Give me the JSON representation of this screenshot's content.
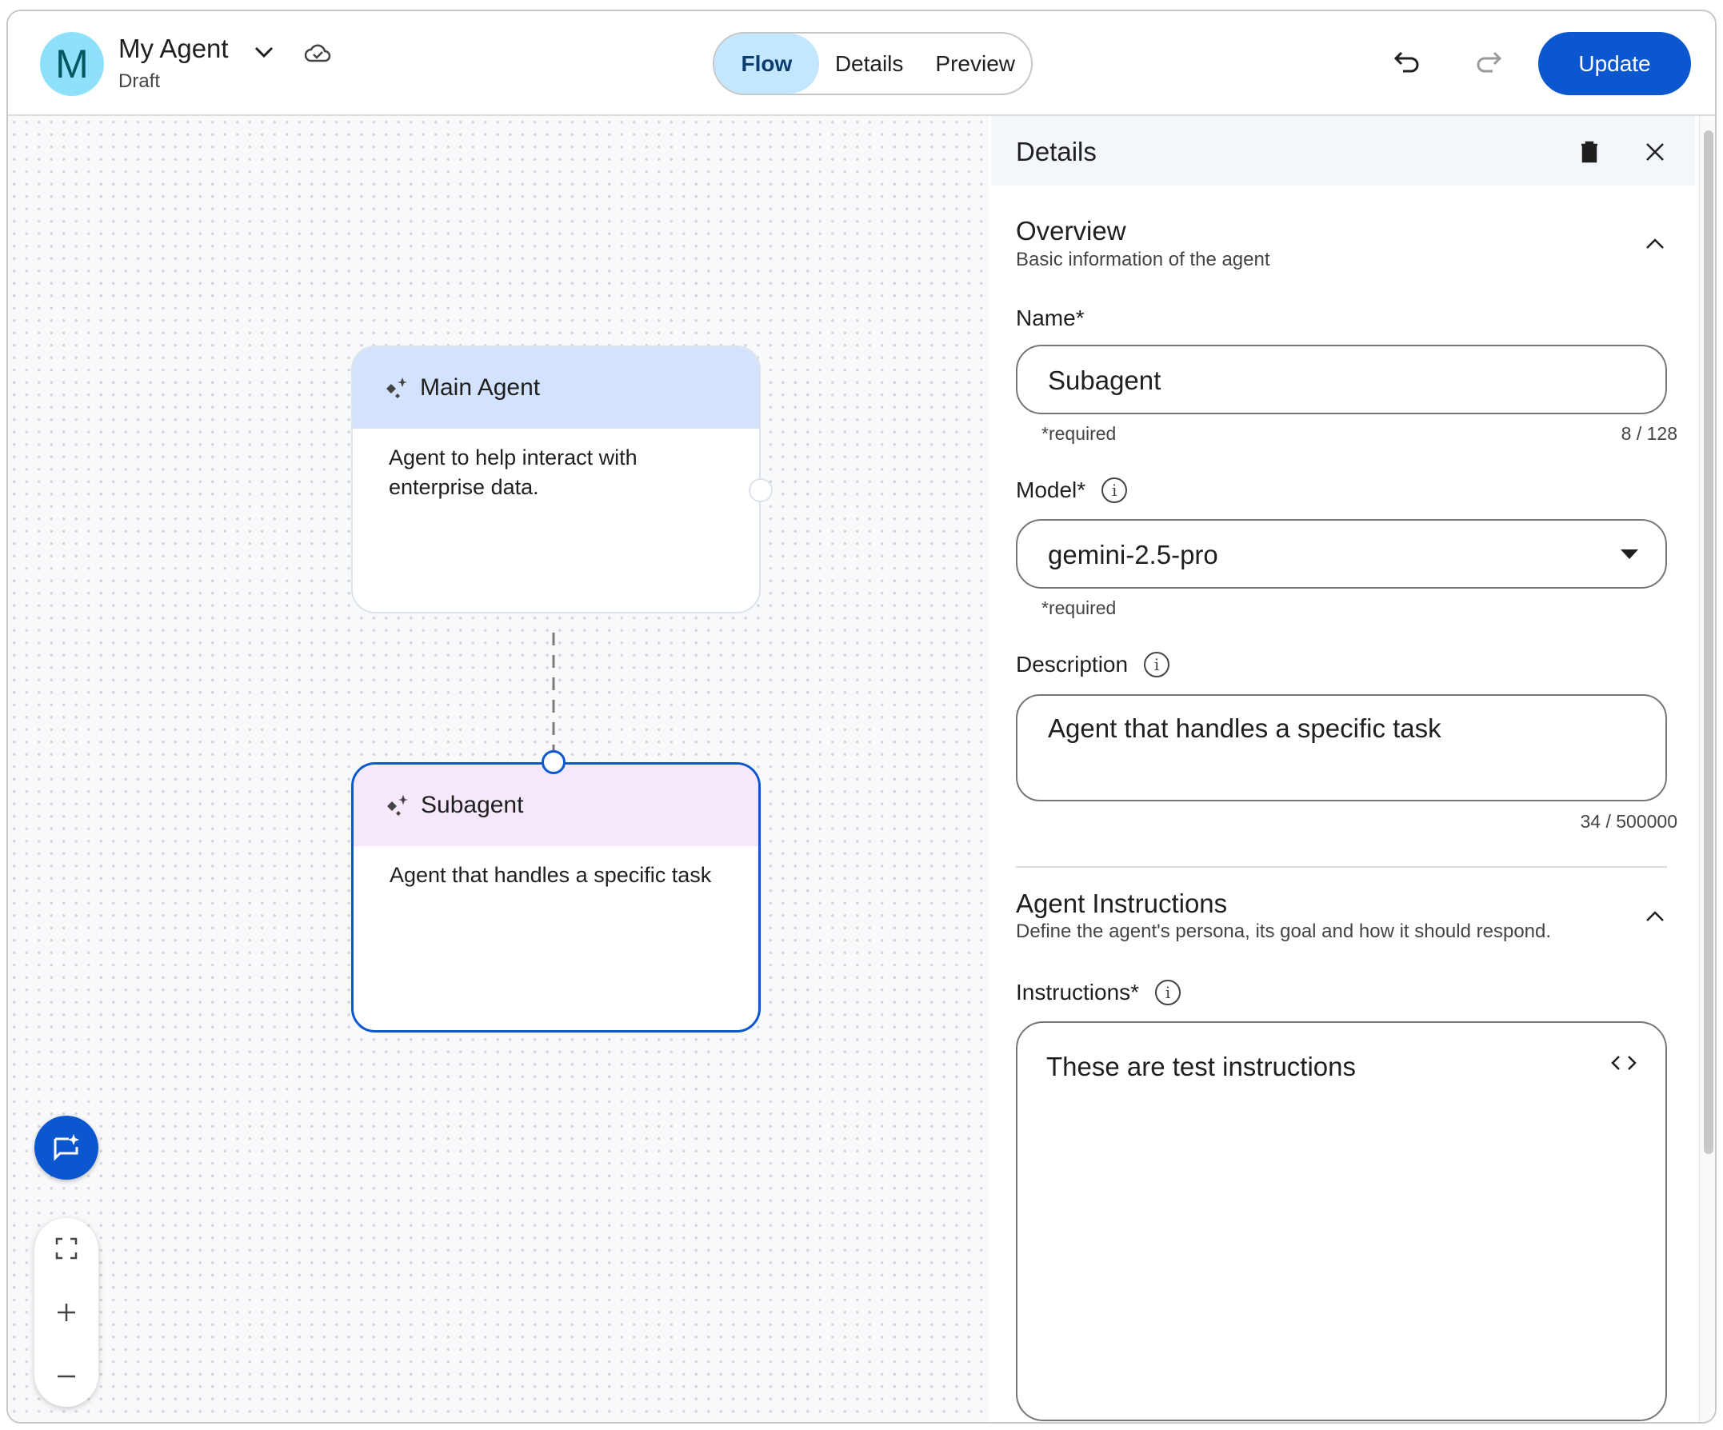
{
  "header": {
    "avatar_letter": "M",
    "title": "My Agent",
    "status": "Draft",
    "tabs": [
      {
        "label": "Flow",
        "active": true
      },
      {
        "label": "Details",
        "active": false
      },
      {
        "label": "Preview",
        "active": false
      }
    ],
    "update_label": "Update",
    "accent": "#0b57d0"
  },
  "canvas": {
    "nodes": [
      {
        "title": "Main Agent",
        "description": "Agent to help interact with enterprise data.",
        "header_color": "#d3e3fd",
        "selected": false
      },
      {
        "title": "Subagent",
        "description": "Agent that handles a specific task",
        "header_color": "#f6e8fb",
        "selected": true
      }
    ]
  },
  "panel": {
    "title": "Details",
    "overview": {
      "title": "Overview",
      "subtitle": "Basic information of the agent",
      "name_label": "Name*",
      "name_value": "Subagent",
      "name_hint": "*required",
      "name_count": "8 / 128",
      "model_label": "Model*",
      "model_value": "gemini-2.5-pro",
      "model_hint": "*required",
      "description_label": "Description",
      "description_value": "Agent that handles a specific task",
      "description_count": "34 / 500000"
    },
    "instructions": {
      "title": "Agent Instructions",
      "subtitle": "Define the agent's persona, its goal and how it should respond.",
      "label": "Instructions*",
      "value": "These are test instructions"
    }
  }
}
